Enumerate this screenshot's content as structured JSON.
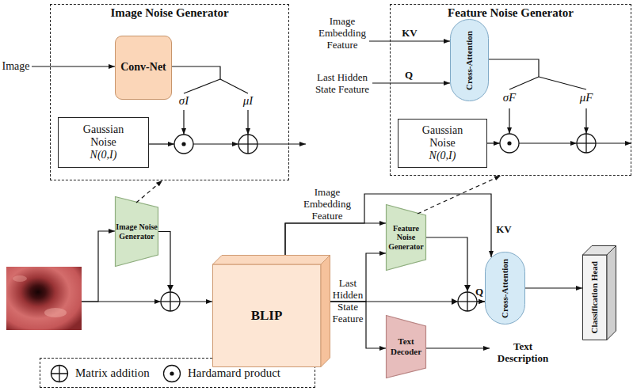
{
  "diagram": {
    "nodes": [
      {
        "text": [
          "Image Noise Generator"
        ]
      },
      {
        "text": [
          "Conv-Net"
        ],
        "in": 0
      },
      {
        "text": [
          "Gaussian Noise",
          "N(0,I)"
        ],
        "in": 0
      },
      {
        "text": [
          "Feature Noise Generator"
        ]
      },
      {
        "text": [
          "Cross-Attention"
        ],
        "in": 3
      },
      {
        "text": [
          "Gaussian Noise",
          "N(0,I)"
        ],
        "in": 3
      },
      {
        "text": [
          "Image Noise Generator"
        ]
      },
      {
        "text": [
          "BLIP"
        ]
      },
      {
        "text": [
          "Feature Noise Generator"
        ]
      },
      {
        "text": [
          "Cross-Attention"
        ]
      },
      {
        "text": [
          "Classification Head"
        ]
      },
      {
        "text": [
          "Text Decoder"
        ]
      }
    ],
    "edges": [
      {
        "from": 6,
        "to": 0,
        "arrow": "to"
      },
      {
        "from": 6,
        "to": 7,
        "arrow": "to"
      },
      {
        "from": 7,
        "to": 8,
        "arrow": "to"
      },
      {
        "from": 7,
        "to": 9,
        "arrow": "to"
      },
      {
        "from": 7,
        "to": 8,
        "arrow": "to"
      },
      {
        "from": 7,
        "to": 9,
        "arrow": "to"
      },
      {
        "from": 7,
        "to": 11,
        "arrow": "to"
      },
      {
        "from": 8,
        "to": 9,
        "arrow": "to"
      },
      {
        "from": 8,
        "to": 3,
        "arrow": "to"
      },
      {
        "from": 9,
        "to": 10,
        "arrow": "to"
      }
    ],
    "labels": [
      "Image",
      "σI",
      "μI",
      "Image Embedding Feature",
      "KV",
      "Last Hidden State Feature",
      "Q",
      "σF",
      "μF",
      "Image Embedding Feature",
      "KV",
      "Last Hidden State Feature",
      "Q",
      "Text Description"
    ],
    "legend": [
      {
        "text": "Matrix addition"
      },
      {
        "text": "Hardamard product"
      }
    ]
  }
}
